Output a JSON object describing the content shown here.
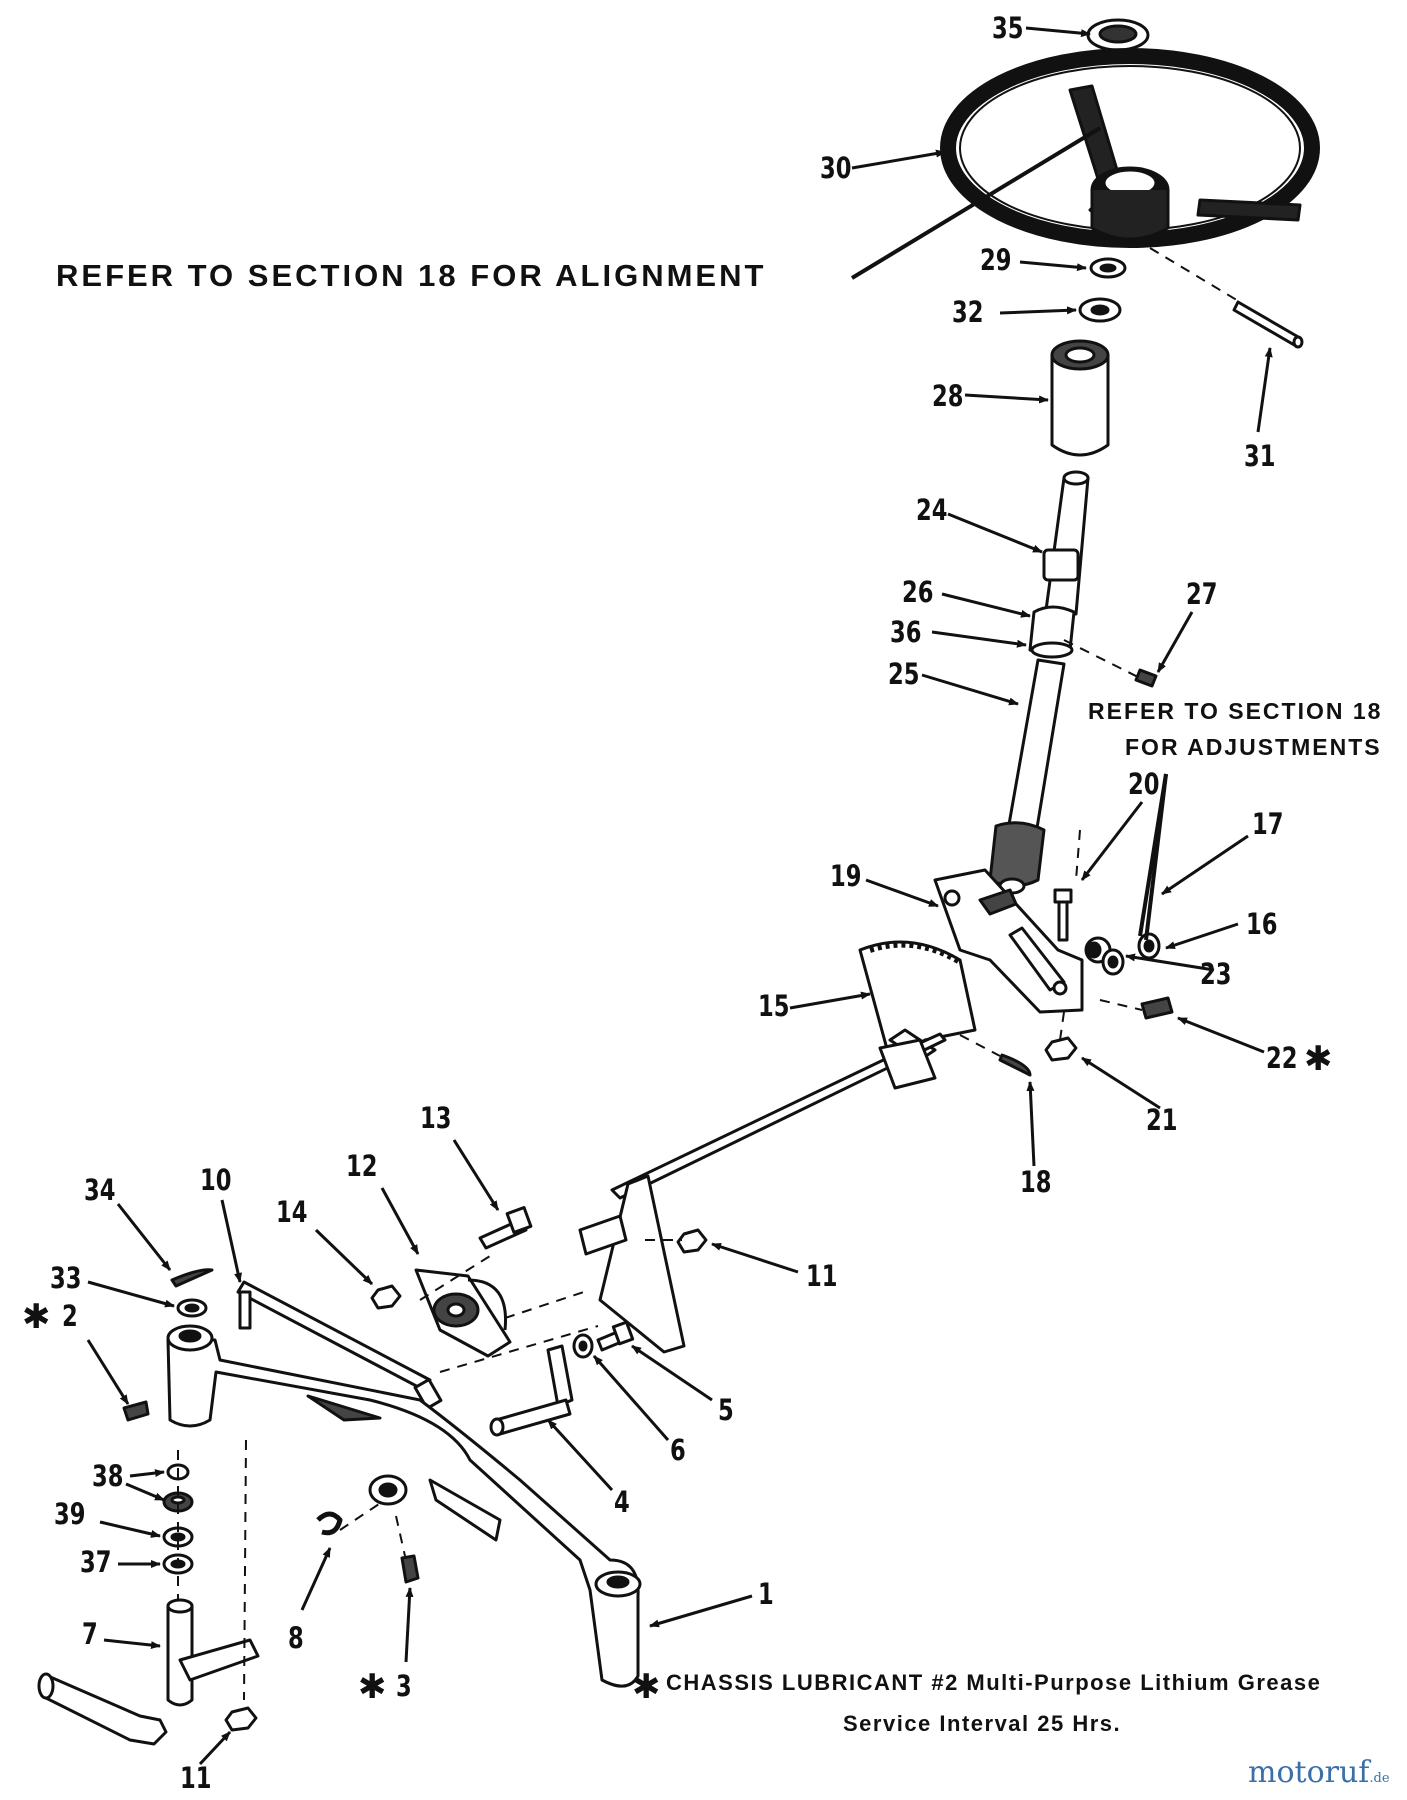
{
  "notes": {
    "alignment": "REFER TO SECTION 18 FOR ALIGNMENT",
    "adjust_line1": "REFER TO SECTION 18",
    "adjust_line2": "FOR ADJUSTMENTS",
    "lube_line1": "CHASSIS LUBRICANT #2 Multi-Purpose Lithium Grease",
    "lube_line2": "Service Interval 25 Hrs."
  },
  "star_symbol": "✱",
  "watermark": {
    "main": "motoruf",
    "suffix": ".de"
  },
  "callouts": {
    "c35": "35",
    "c30": "30",
    "c29": "29",
    "c32": "32",
    "c28": "28",
    "c31": "31",
    "c24": "24",
    "c26": "26",
    "c36": "36",
    "c25": "25",
    "c27": "27",
    "c20": "20",
    "c17": "17",
    "c16": "16",
    "c23": "23",
    "c19": "19",
    "c15": "15",
    "c22": "22",
    "c21": "21",
    "c18": "18",
    "c13": "13",
    "c12": "12",
    "c14": "14",
    "c10": "10",
    "c34": "34",
    "c33": "33",
    "c2": "2",
    "c11a": "11",
    "c5": "5",
    "c6": "6",
    "c4": "4",
    "c38": "38",
    "c39": "39",
    "c37": "37",
    "c7": "7",
    "c8": "8",
    "c3": "3",
    "c1": "1",
    "c11b": "11"
  },
  "colors": {
    "ink": "#111111",
    "paper": "#ffffff",
    "brand": "#3a6fa8"
  }
}
